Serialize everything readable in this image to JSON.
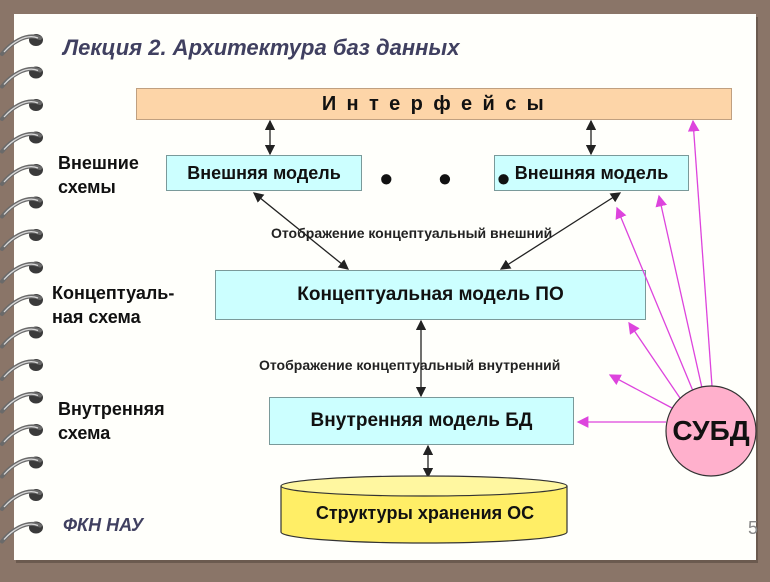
{
  "title": "Лекция 2. Архитектура баз данных",
  "interface_label": "И н т е р ф е й с ы",
  "external_schemas_label": "Внешние\nсхемы",
  "conceptual_schema_label": "Концептуаль-\nная схема",
  "internal_schema_label": "Внутренняя\nсхема",
  "external_model_left": "Внешняя модель",
  "external_model_right": "Внешняя модель",
  "ellipsis": "• • •",
  "mapping_conceptual_external": "Отображение концептуальный внешний",
  "conceptual_model": "Концептуальная модель ПО",
  "mapping_conceptual_internal": "Отображение концептуальный внутренний",
  "internal_model": "Внутренняя модель БД",
  "dbms": "СУБД",
  "storage": "Структуры хранения ОС",
  "footer": "ФКН НАУ",
  "page_number": "5",
  "colors": {
    "box_fill": "#ccffff",
    "interface_fill": "#fdd5a8",
    "dbms_fill": "#ffb0cc",
    "storage_fill": "#ffee66",
    "arrow_dbms": "#dd44dd",
    "background": "#8a7568"
  }
}
